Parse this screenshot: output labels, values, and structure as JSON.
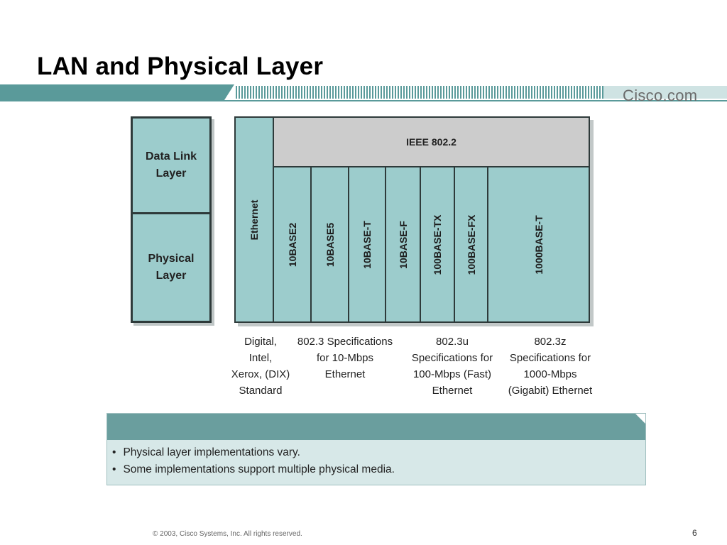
{
  "slide": {
    "title": "LAN and Physical Layer",
    "brand": "Cisco.com",
    "footer": "© 2003, Cisco Systems, Inc. All rights reserved.",
    "page_number": "6"
  },
  "layers": {
    "data_link": "Data Link\nLayer",
    "physical": "Physical\nLayer"
  },
  "stack": {
    "ethernet": "Ethernet",
    "ieee": "IEEE 802.2",
    "standards": [
      "10BASE2",
      "10BASE5",
      "10BASE-T",
      "10BASE-F",
      "100BASE-TX",
      "100BASE-FX",
      "1000BASE-T"
    ]
  },
  "captions": [
    "Digital,\nIntel,\nXerox, (DIX)\nStandard",
    "802.3 Specifications\nfor 10-Mbps\nEthernet",
    "802.3u\nSpecifications for\n100-Mbps (Fast)\nEthernet",
    "802.3z\nSpecifications for\n1000-Mbps\n(Gigabit) Ethernet"
  ],
  "notes": [
    "Physical layer implementations vary.",
    "Some implementations support multiple physical media."
  ],
  "colors": {
    "teal": "#9ccccc",
    "banner_teal": "#5a9a9a",
    "callout_header": "#6a9e9e",
    "callout_body": "#d7e8e8",
    "gray": "#cccccc"
  }
}
